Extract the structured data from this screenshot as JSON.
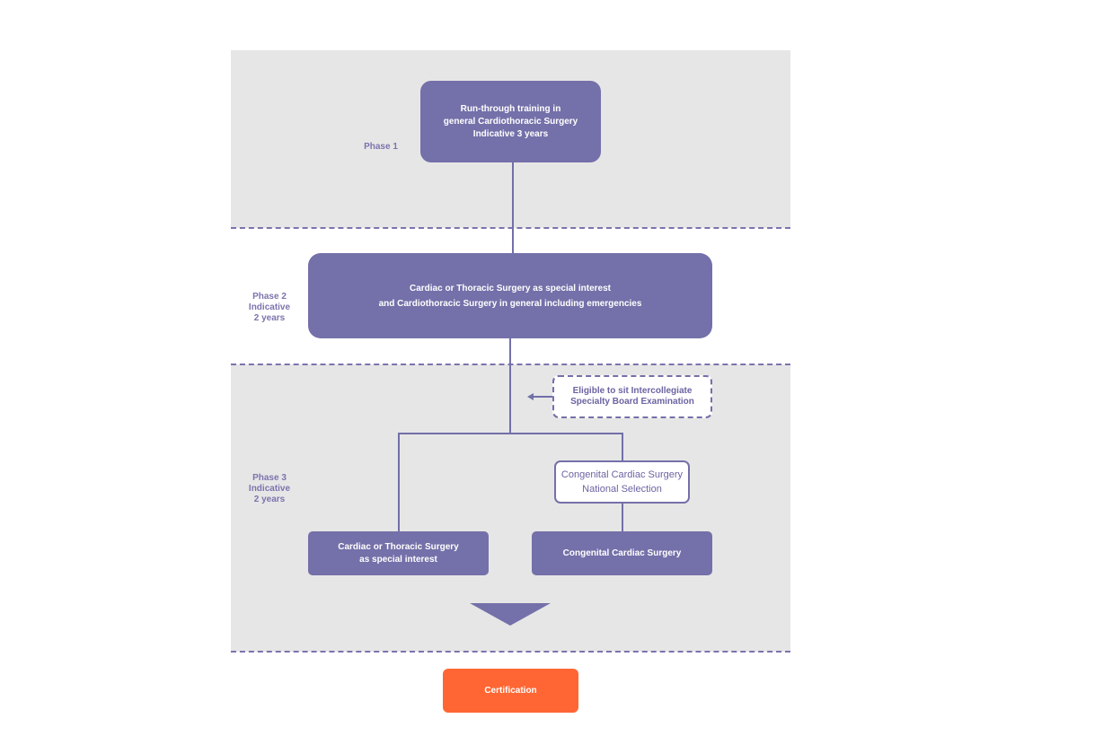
{
  "phases": {
    "phase1": {
      "title": "Phase 1"
    },
    "phase2": {
      "title": "Phase 2",
      "duration_line1": "Indicative",
      "duration_line2": "2 years"
    },
    "phase3": {
      "title": "Phase 3",
      "duration_line1": "Indicative",
      "duration_line2": "2 years"
    }
  },
  "boxes": {
    "run_through": [
      "Run-through training in",
      "general Cardiothoracic Surgery",
      "Indicative 3 years"
    ],
    "special_interest_general": [
      "Cardiac or Thoracic Surgery as special interest",
      "and Cardiothoracic Surgery in general including emergencies"
    ],
    "exam_eligibility": [
      "Eligible to sit Intercollegiate",
      "Specialty Board Examination"
    ],
    "congenital_selection": [
      "Congenital Cardiac Surgery",
      "National Selection"
    ],
    "cardiac_thoracic": [
      "Cardiac or Thoracic Surgery",
      "as special interest"
    ],
    "congenital": [
      "Congenital Cardiac Surgery"
    ],
    "certification": [
      "Certification"
    ]
  },
  "colors": {
    "box_fill": "#7470a9",
    "phase_text": "#7b74ad",
    "band_background": "#e6e6e6",
    "certification_fill": "#ff6633"
  }
}
